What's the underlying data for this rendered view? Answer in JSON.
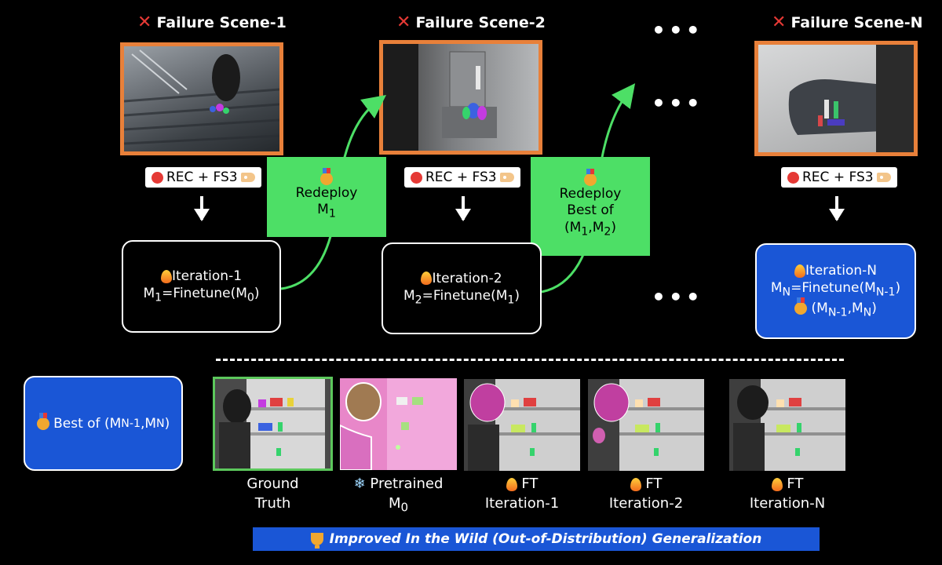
{
  "scenes": [
    {
      "title": "Failure Scene-1",
      "rec": "REC + FS3"
    },
    {
      "title": "Failure Scene-2",
      "rec": "REC + FS3"
    },
    {
      "title": "Failure Scene-N",
      "rec": "REC + FS3"
    }
  ],
  "iterations": [
    {
      "title": "Iteration-1",
      "formula": "M",
      "sub1": "1",
      "mid": "=Finetune(M",
      "sub2": "0",
      "end": ")"
    },
    {
      "title": "Iteration-2",
      "formula": "M",
      "sub1": "2",
      "mid": "=Finetune(M",
      "sub2": "1",
      "end": ")"
    },
    {
      "title": "Iteration-N",
      "formula": "M",
      "sub1": "N",
      "mid": "=Finetune(M",
      "sub2": "N-1",
      "end": ")",
      "best_open": "(M",
      "best_sub1": "N-1",
      "best_sep": ",M",
      "best_sub2": "N",
      "best_close": ")"
    }
  ],
  "redeploy": [
    {
      "line1": "Redeploy",
      "line2": "M",
      "sub": "1"
    },
    {
      "line1": "Redeploy",
      "line2": "Best of",
      "line3_open": "(M",
      "line3_sub1": "1",
      "line3_sep": ",M",
      "line3_sub2": "2",
      "line3_close": ")"
    }
  ],
  "ellipsis": "•••",
  "best_box": {
    "text": "Best of (M",
    "sub1": "N-1",
    "sep": ",M",
    "sub2": "N",
    "close": ")"
  },
  "thumbnails": [
    {
      "line1": "Ground",
      "line2": "Truth"
    },
    {
      "line1": "Pretrained",
      "line2": "M",
      "sub": "0",
      "icon": "❄"
    },
    {
      "line1": "FT",
      "line2": "Iteration-1"
    },
    {
      "line1": "FT",
      "line2": "Iteration-2"
    },
    {
      "line1": "FT",
      "line2": "Iteration-N"
    }
  ],
  "banner": "Improved In the Wild (Out-of-Distribution) Generalization",
  "colors": {
    "photo_border": "#e8803a",
    "green": "#4ddf66",
    "blue": "#1a56d6",
    "gt_border": "#5cc85c"
  }
}
